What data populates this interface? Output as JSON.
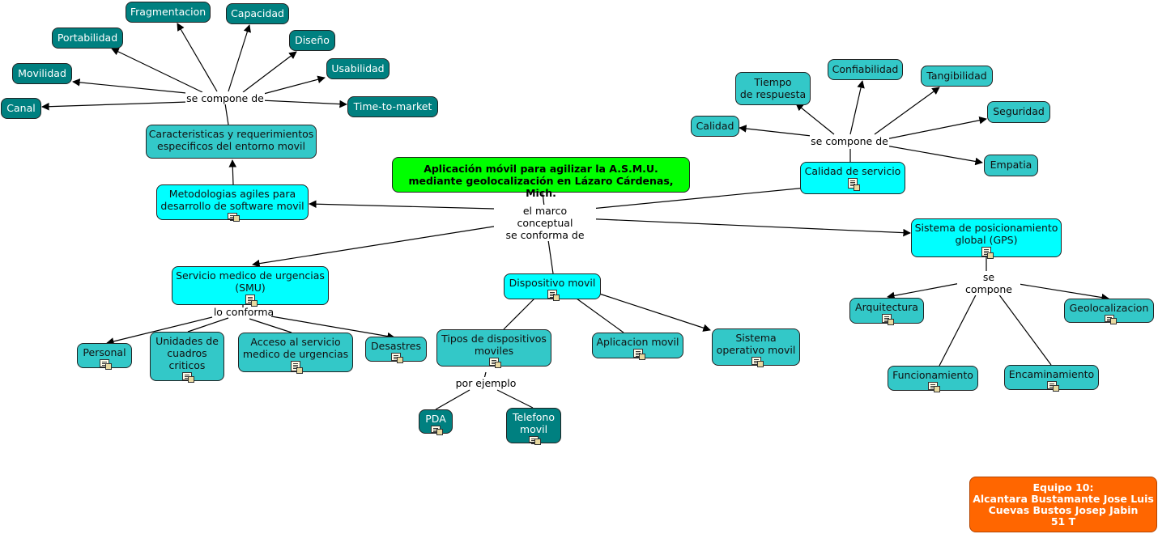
{
  "colors": {
    "teal": "#008080",
    "teal_medium": "#33c8c8",
    "cyan": "#00ffff",
    "green": "#00ff00",
    "orange": "#ff6600",
    "line": "#000000"
  },
  "concepts": {
    "main": "Aplicación móvil para agilizar la A.S.M.U.\nmediante geolocalización en Lázaro Cárdenas, Mich.",
    "metodologias": "Metodologias agiles para\ndesarrollo de software movil",
    "caracteristicas": "Caracteristicas y requerimientos\nespecificos del entorno movil",
    "canal": "Canal",
    "movilidad": "Movilidad",
    "portabilidad": "Portabilidad",
    "fragmentacion": "Fragmentacion",
    "capacidad": "Capacidad",
    "diseno": "Diseño",
    "usabilidad": "Usabilidad",
    "time_to_market": "Time-to-market",
    "calidad_servicio": "Calidad de servicio",
    "calidad": "Calidad",
    "tiempo_respuesta": "Tiempo\nde respuesta",
    "confiabilidad": "Confiabilidad",
    "tangibilidad": "Tangibilidad",
    "seguridad": "Seguridad",
    "empatia": "Empatia",
    "gps": "Sistema de posicionamiento\nglobal (GPS)",
    "arquitectura": "Arquitectura",
    "geolocalizacion": "Geolocalizacion",
    "funcionamiento": "Funcionamiento",
    "encaminamiento": "Encaminamiento",
    "smu": "Servicio medico de urgencias\n(SMU)",
    "personal": "Personal",
    "unidades": "Unidades de\ncuadros\ncriticos",
    "acceso": "Acceso al servicio\nmedico de urgencias",
    "desastres": "Desastres",
    "dispositivo": "Dispositivo movil",
    "tipos": "Tipos de dispositivos\nmoviles",
    "aplicacion": "Aplicacion movil",
    "sistema_operativo": "Sistema\noperativo movil",
    "pda": "PDA",
    "telefono": "Telefono\nmovil",
    "equipo": "Equipo 10:\nAlcantara Bustamante Jose Luis\nCuevas Bustos Josep Jabin\n51 T"
  },
  "linking_phrases": {
    "marco": "el marco conceptual\nse conforma de",
    "compone_left": "se compone de",
    "compone_right": "se compone de",
    "compone_gps": "se compone",
    "conforma_smu": "lo conforma",
    "ejemplo": "por ejemplo"
  },
  "icons": {
    "resource": "document-resource-icon"
  }
}
